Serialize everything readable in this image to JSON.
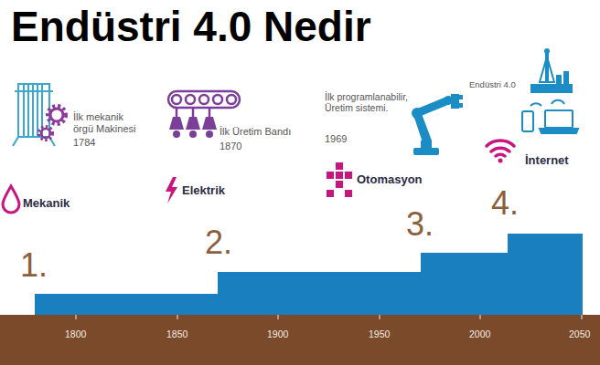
{
  "diagram": {
    "title": "Endüstri 4.0 Nedir",
    "labels": [
      "İlk mekanik örgü Makinesi",
      "1784",
      "Mekanik",
      "İlk Üretim Bandı",
      "1870",
      "Elektrik",
      "İlk programlanabilir, Üretim sistemi.",
      "1969",
      "Otomasyon",
      "Endüstri 4.0",
      "İnternet",
      "1.",
      "2.",
      "3.",
      "4.",
      "1800",
      "1850",
      "1900",
      "1950",
      "2000",
      "2050"
    ]
  }
}
